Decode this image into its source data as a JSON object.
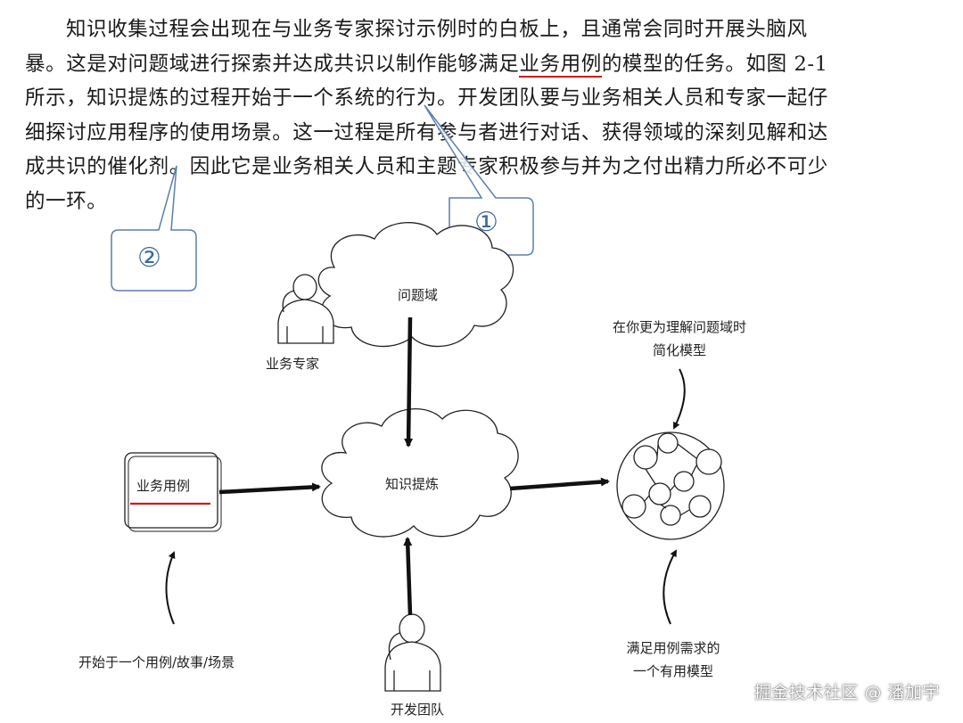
{
  "paragraph": {
    "line1": "知识收集过程会出现在与业务专家探讨示例时的白板上，且通常会同时开展头脑风",
    "line2_before": "暴。这是对问题域进行探索并达成共识以制作能够满足",
    "line2_highlight": "业务用例",
    "line2_after": "的模型的任务。如图 2-1",
    "line3": "所示，知识提炼的过程开始于一个系统的行为。开发团队要与业务相关人员和专家一起仔",
    "line4": "细探讨应用程序的使用场景。这一过程是所有参与者进行对话、获得领域的深刻见解和达",
    "line5": "成共识的催化剂。因此它是业务相关人员和主题专家积极参与并为之付出精力所必不可少",
    "line6": "的一环。"
  },
  "callouts": {
    "one": "①",
    "two": "②"
  },
  "diagram": {
    "problem_domain": "问题域",
    "business_expert": "业务专家",
    "knowledge_crunching": "知识提炼",
    "business_use_case": "业务用例",
    "dev_team": "开发团队",
    "start_note": "开始于一个用例/故事/场景",
    "simplify_note_line1": "在你更为理解问题域时",
    "simplify_note_line2": "简化模型",
    "useful_model_line1": "满足用例需求的",
    "useful_model_line2": "一个有用模型"
  },
  "watermark": "掘金技术社区 @ 潘加宇",
  "colors": {
    "callout": "#3a6aa0",
    "underline": "#d11a1a"
  }
}
